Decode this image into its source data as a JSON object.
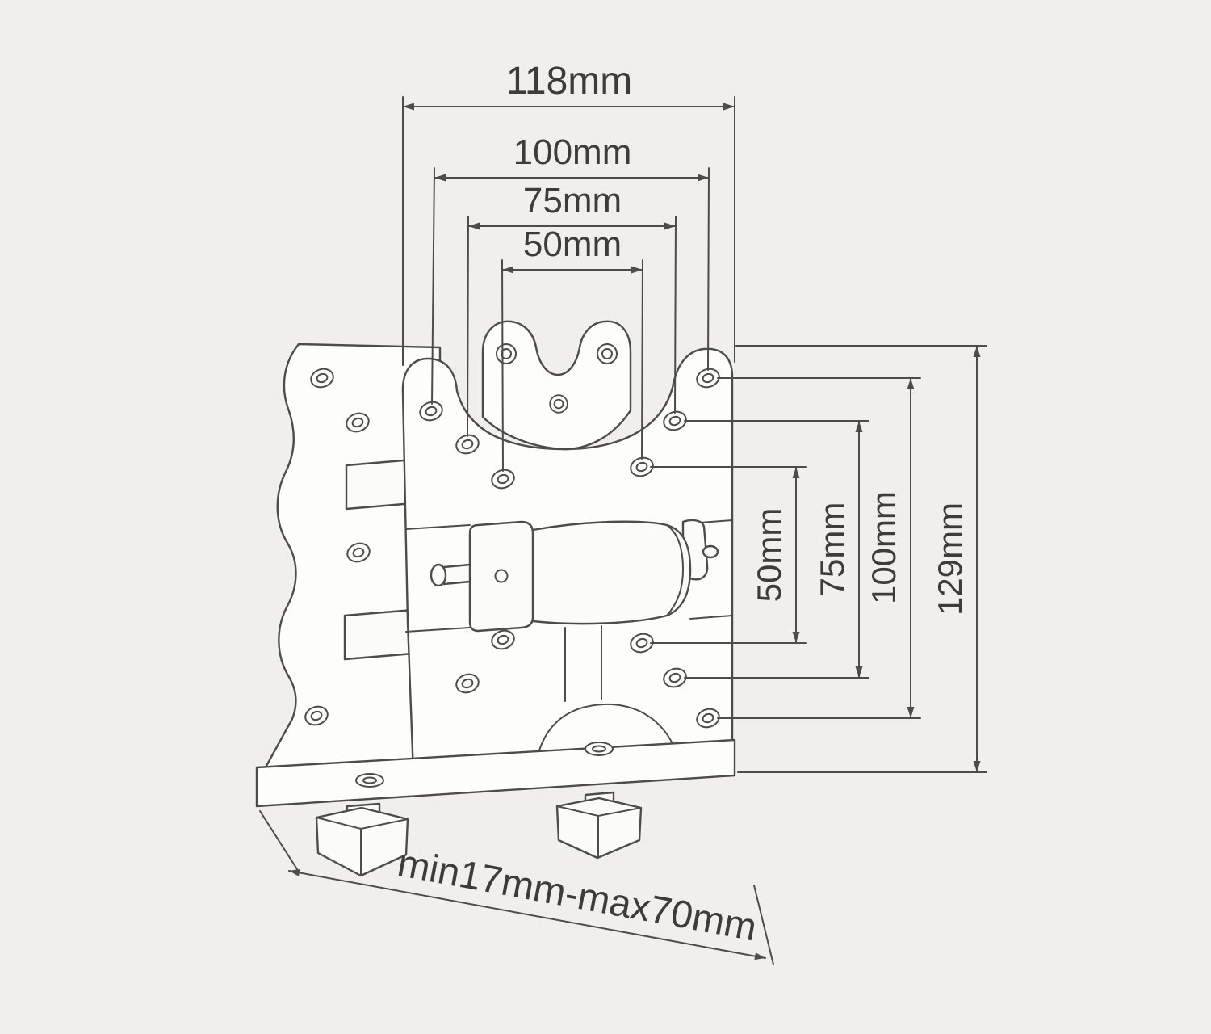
{
  "colors": {
    "background": "#f0efed",
    "line": "#4c4c4c",
    "text": "#3c3c3c"
  },
  "dimensions": {
    "top": [
      {
        "label": "118mm"
      },
      {
        "label": "100mm"
      },
      {
        "label": "75mm"
      },
      {
        "label": "50mm"
      }
    ],
    "right": [
      {
        "label": "50mm"
      },
      {
        "label": "75mm"
      },
      {
        "label": "100mm"
      },
      {
        "label": "129mm"
      }
    ],
    "bottom": {
      "label": "min17mm-max70mm"
    }
  }
}
